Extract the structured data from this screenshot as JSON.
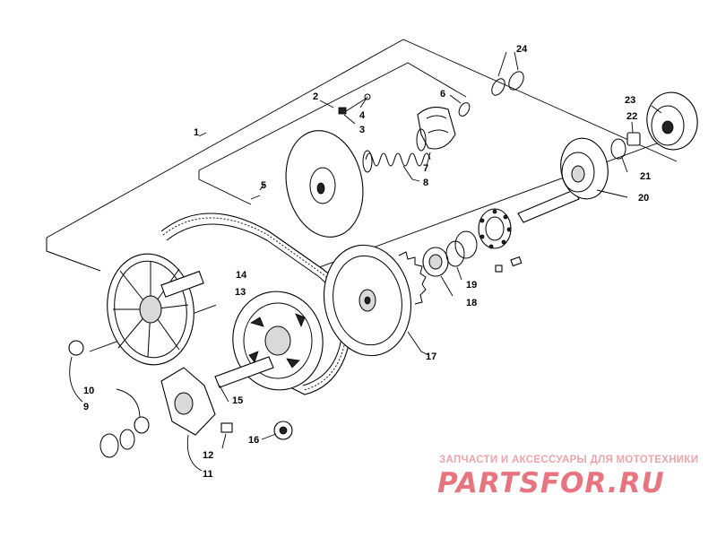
{
  "diagram": {
    "callouts": [
      "1",
      "2",
      "3",
      "4",
      "5",
      "6",
      "7",
      "8",
      "9",
      "10",
      "11",
      "12",
      "13",
      "14",
      "15",
      "16",
      "17",
      "18",
      "19",
      "20",
      "21",
      "22",
      "23",
      "24"
    ]
  },
  "watermark": {
    "caption": "ЗАПЧАСТИ И АКСЕССУАРЫ ДЛЯ МОТОТЕХНИКИ",
    "logo": "PARTSFOR.RU"
  }
}
